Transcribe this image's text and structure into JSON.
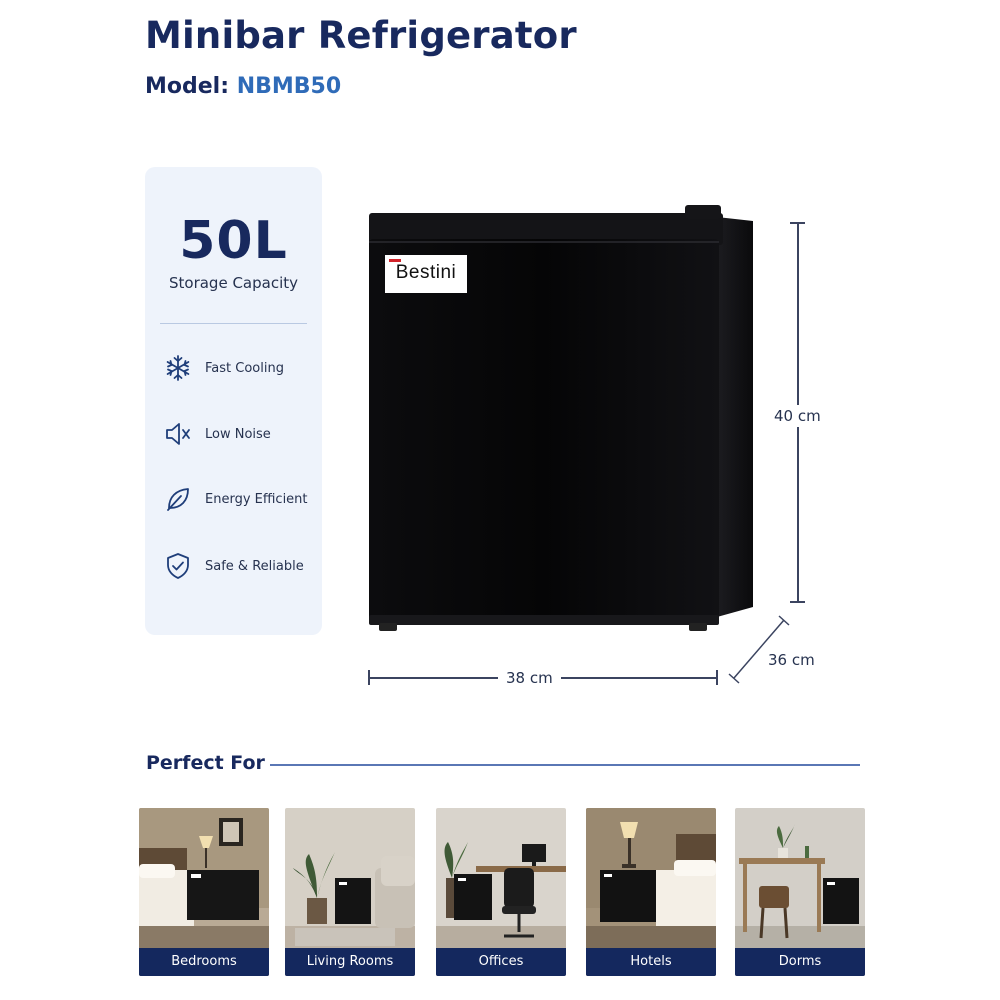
{
  "product": {
    "title": "Minibar Refrigerator",
    "model_label": "Model:",
    "model_code": "NBMB50",
    "brand": "Bestini"
  },
  "capacity": {
    "value": "50L",
    "label": "Storage Capacity"
  },
  "features": [
    {
      "icon": "snowflake-icon",
      "label": "Fast Cooling"
    },
    {
      "icon": "speaker-mute-icon",
      "label": "Low Noise"
    },
    {
      "icon": "leaf-icon",
      "label": "Energy Efficient"
    },
    {
      "icon": "shield-check-icon",
      "label": "Safe & Reliable"
    }
  ],
  "dimensions": {
    "height": "40 cm",
    "width": "38 cm",
    "depth": "36 cm"
  },
  "perfect_for": {
    "title": "Perfect For",
    "items": [
      {
        "label": "Bedrooms"
      },
      {
        "label": "Living Rooms"
      },
      {
        "label": "Offices"
      },
      {
        "label": "Hotels"
      },
      {
        "label": "Dorms"
      }
    ]
  },
  "colors": {
    "navy": "#18295e",
    "accent_blue": "#2f6bb8",
    "panel_bg": "#eef3fb",
    "label_bar": "#14285e",
    "brand_red": "#d2232a"
  }
}
